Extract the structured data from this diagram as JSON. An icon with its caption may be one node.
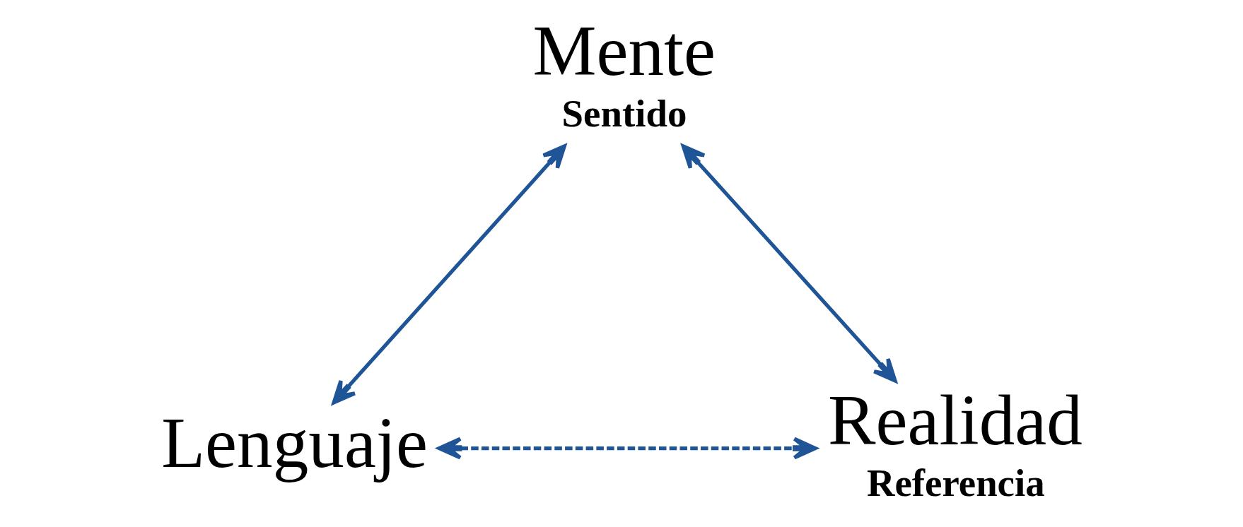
{
  "diagram": {
    "nodes": [
      {
        "text": [
          "Mente",
          "Sentido"
        ]
      },
      {
        "text": [
          "Lenguaje"
        ]
      },
      {
        "text": [
          "Realidad",
          "Referencia"
        ]
      }
    ],
    "edges": [
      {
        "from": 0,
        "to": 1,
        "arrow": "both"
      },
      {
        "from": 0,
        "to": 2,
        "arrow": "both"
      },
      {
        "from": 1,
        "to": 2,
        "arrow": "both",
        "style": "dashed"
      }
    ]
  }
}
